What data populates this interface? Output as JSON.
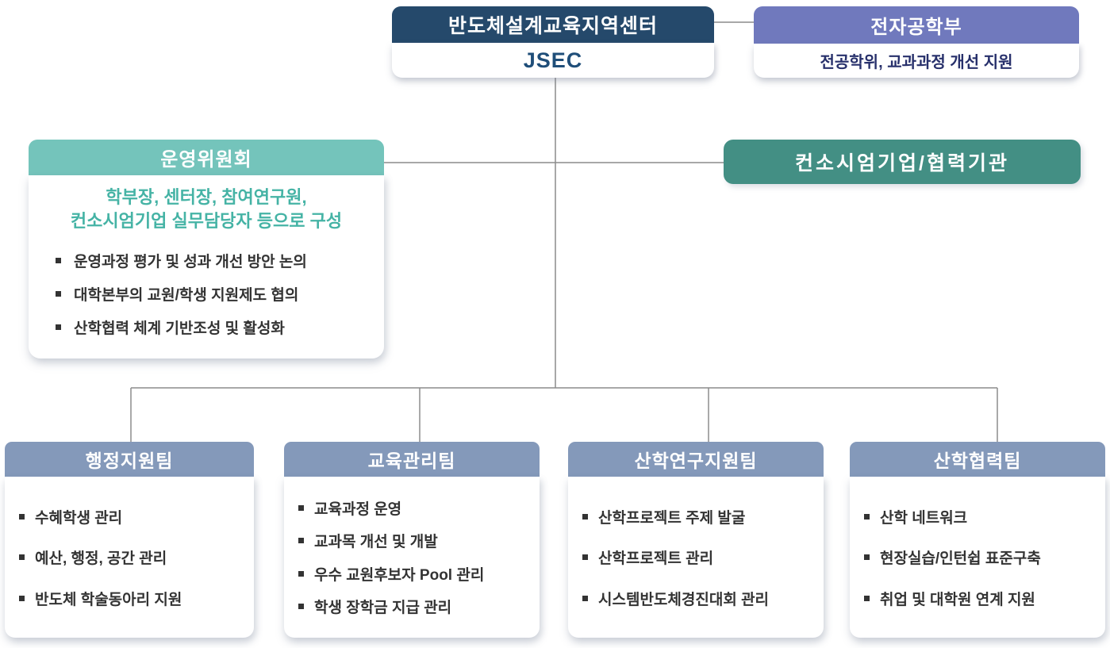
{
  "center": {
    "title": "반도체설계교육지역센터",
    "subtitle": "JSEC"
  },
  "dept": {
    "title": "전자공학부",
    "subtitle": "전공학위, 교과과정 개선 지원"
  },
  "committee": {
    "title": "운영위원회",
    "description": [
      "학부장, 센터장, 참여연구원,",
      "컨소시엄기업 실무담당자 등으로 구성"
    ],
    "items": [
      "운영과정 평가 및 성과 개선 방안 논의",
      "대학본부의 교원/학생 지원제도 협의",
      "산학협력 체계 기반조성 및 활성화"
    ]
  },
  "consortium": {
    "title": "컨소시엄기업/협력기관"
  },
  "teams": [
    {
      "title": "행정지원팀",
      "items": [
        "수혜학생 관리",
        "예산, 행정, 공간 관리",
        "반도체 학술동아리 지원"
      ]
    },
    {
      "title": "교육관리팀",
      "items": [
        "교육과정 운영",
        "교과목 개선 및 개발",
        "우수 교원후보자 Pool 관리",
        "학생 장학금 지급 관리"
      ]
    },
    {
      "title": "산학연구지원팀",
      "items": [
        "산학프로젝트 주제 발굴",
        "산학프로젝트 관리",
        "시스템반도체경진대회 관리"
      ]
    },
    {
      "title": "산학협력팀",
      "items": [
        "산학 네트워크",
        "현장실습/인턴쉽 표준구축",
        "취업 및 대학원 연계 지원"
      ]
    }
  ],
  "colors": {
    "navy": "#25496b",
    "navy_text": "#1f4e79",
    "purple": "#7079bd",
    "indigo_text": "#27306b",
    "teal": "#74c4bb",
    "teal_text": "#45b3a5",
    "green": "#438f84",
    "slate": "#8499ba",
    "bullet_text": "#333333",
    "line": "#8c8c8c"
  }
}
